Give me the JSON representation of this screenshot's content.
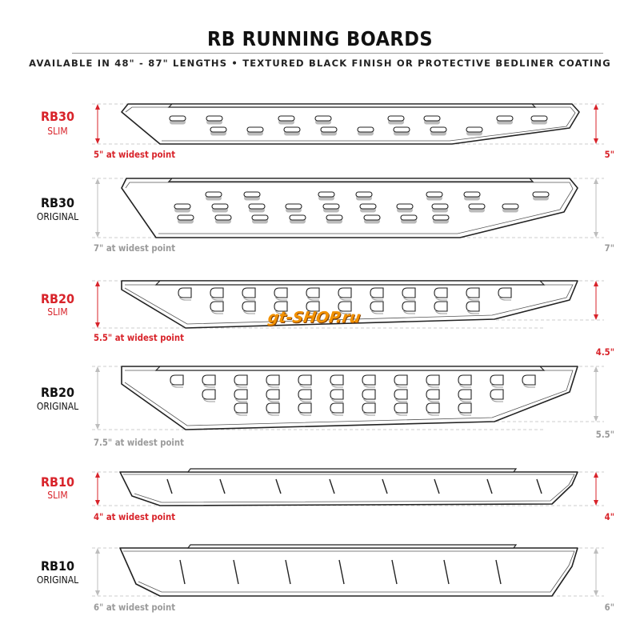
{
  "header": {
    "title": "RB RUNNING BOARDS",
    "subtitle": "AVAILABLE IN 48\" - 87\" LENGTHS   •  TEXTURED BLACK FINISH OR PROTECTIVE BEDLINER COATING"
  },
  "boards": [
    {
      "name": "RB30",
      "variant": "SLIM",
      "widest": "5\" at widest point",
      "end_height": "5\"",
      "color": "#d8232a"
    },
    {
      "name": "RB30",
      "variant": "ORIGINAL",
      "widest": "7\" at widest point",
      "end_height": "7\"",
      "color": "#111111"
    },
    {
      "name": "RB20",
      "variant": "SLIM",
      "widest": "5.5\" at widest point",
      "end_height": "4.5\"",
      "color": "#d8232a"
    },
    {
      "name": "RB20",
      "variant": "ORIGINAL",
      "widest": "7.5\" at widest point",
      "end_height": "5.5\"",
      "color": "#111111"
    },
    {
      "name": "RB10",
      "variant": "SLIM",
      "widest": "4\" at widest point",
      "end_height": "4\"",
      "color": "#d8232a"
    },
    {
      "name": "RB10",
      "variant": "ORIGINAL",
      "widest": "6\" at widest point",
      "end_height": "6\"",
      "color": "#111111"
    }
  ],
  "watermark": "gt-SHOP.ru"
}
